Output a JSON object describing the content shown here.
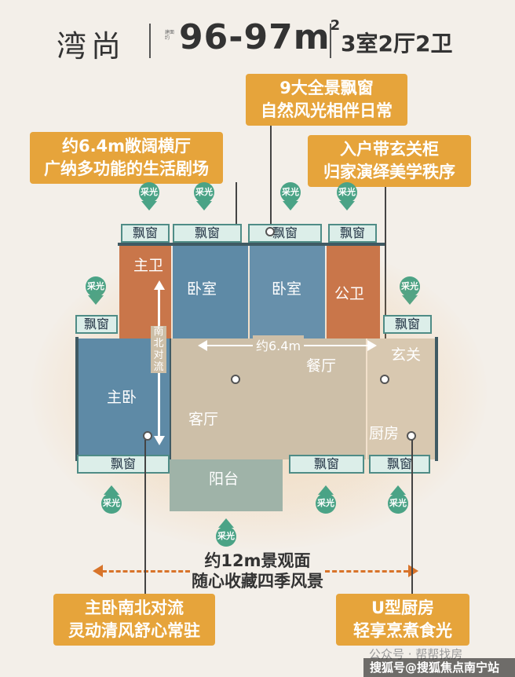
{
  "header": {
    "project_name": "湾尚",
    "area_small_text": "建面约",
    "area": "96-97m",
    "area_sup": "2",
    "layout_type": "3室2厅2卫"
  },
  "callouts": {
    "windows": [
      "9大全景飘窗",
      "自然风光相伴日常"
    ],
    "living": [
      "约6.4m敞阔横厅",
      "广纳多功能的生活剧场"
    ],
    "entry": [
      "入户带玄关柜",
      "归家演绎美学秩序"
    ],
    "master": [
      "主卧南北对流",
      "灵动清风舒心常驻"
    ],
    "kitchen": [
      "U型厨房",
      "轻享烹煮食光"
    ]
  },
  "sunlight_label": "采光",
  "window_label": "飘窗",
  "rooms": {
    "master_bath": "主卫",
    "bedroom_1": "卧室",
    "bedroom_2": "卧室",
    "public_bath": "公卫",
    "master_bedroom": "主卧",
    "living_room": "客厅",
    "dining_room": "餐厅",
    "entrance": "玄关",
    "kitchen": "厨房",
    "balcony": "阳台"
  },
  "dimensions": {
    "hall_width": "约6.4m",
    "north_south": "南北对流"
  },
  "view": {
    "line1": "约12m景观面",
    "line2": "随心收藏四季风景"
  },
  "watermark": {
    "top": "公众号 · 帮帮找房",
    "bottom": "搜狐号@搜狐焦点南宁站"
  },
  "colors": {
    "callout_bg": "#e6a43b",
    "sun_green": "#4aa386",
    "bathroom": "#c9764a",
    "bedroom": "#5e8aa6",
    "living": "#cdbfa8"
  }
}
